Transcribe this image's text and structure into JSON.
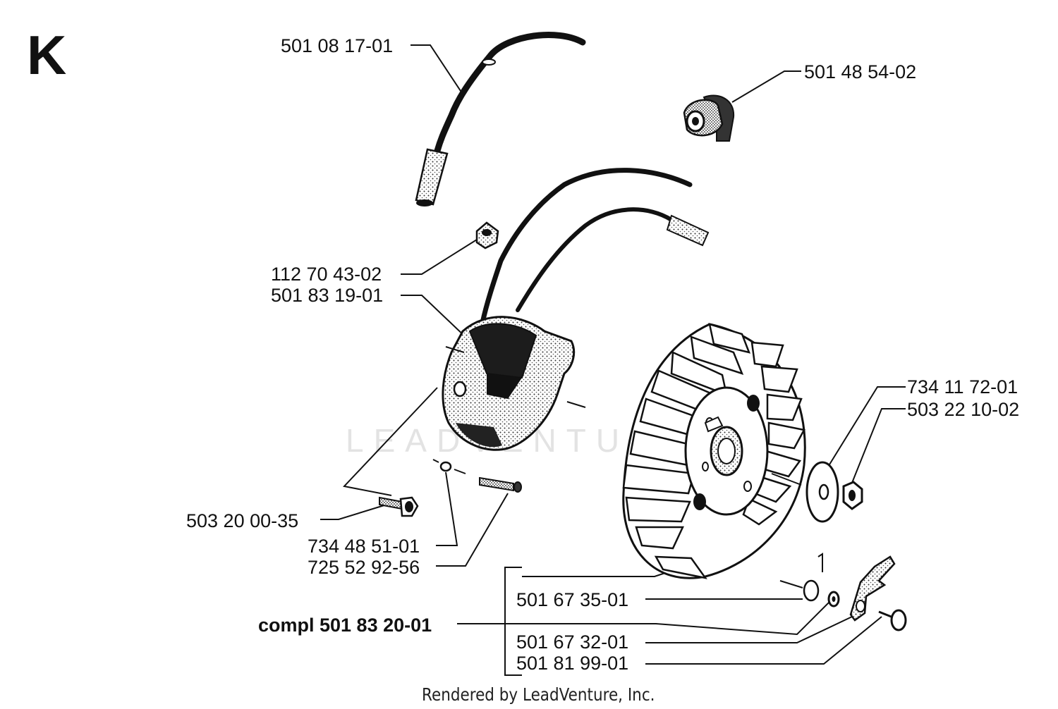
{
  "section_letter": "K",
  "watermark": "LEADVENTURE",
  "footer": "Rendered by LeadVenture, Inc.",
  "callouts": {
    "spark_plug_boot": "501 08 17-01",
    "elbow_connector": "501 48 54-02",
    "grommet": "112 70 43-02",
    "ignition_module": "501 83 19-01",
    "module_screw": "503 20 00-35",
    "washer_small": "734 48 51-01",
    "screw_long": "725 52 92-56",
    "flywheel_washer": "734 11 72-01",
    "flywheel_nut": "503 22 10-02",
    "flywheel": "501 67 35-01",
    "flywheel_complete": "compl 501 83 20-01",
    "pawl_spring": "501 67 32-01",
    "pawl_pin": "501 81 99-01"
  },
  "colors": {
    "ink": "#111111",
    "watermark": "#e3e3e3"
  }
}
